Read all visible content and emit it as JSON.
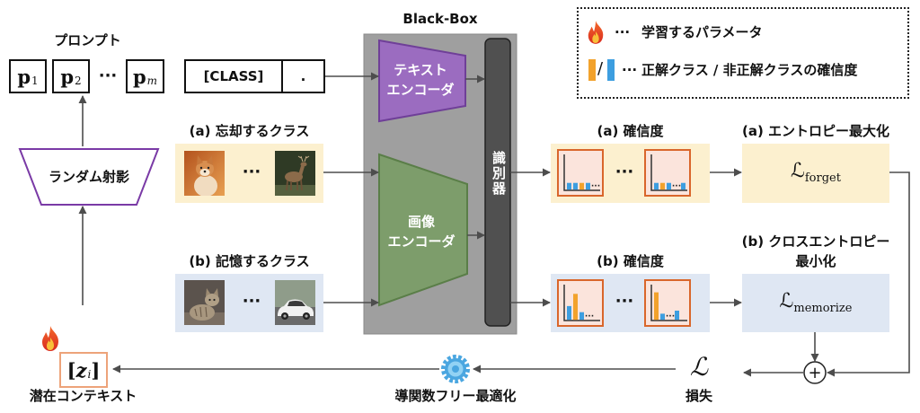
{
  "prompt": {
    "label": "プロンプト",
    "tokens": [
      {
        "base": "p",
        "sub": "1"
      },
      {
        "base": "p",
        "sub": "2"
      },
      {
        "base": "p",
        "sub": "m"
      }
    ],
    "ellipsis": "···"
  },
  "class_input": {
    "class_token": "[CLASS]",
    "period": "."
  },
  "blackbox": {
    "label": "Black-Box",
    "text_encoder": {
      "line1": "テキスト",
      "line2": "エンコーダ"
    },
    "image_encoder": {
      "line1": "画像",
      "line2": "エンコーダ"
    },
    "classifier": "識別器"
  },
  "forget_classes": {
    "label": "(a) 忘却するクラス",
    "ellipsis": "···"
  },
  "memorize_classes": {
    "label": "(b) 記憶するクラス",
    "ellipsis": "···"
  },
  "confidence": {
    "a": {
      "label": "(a) 確信度",
      "ellipsis": "···",
      "charts": [
        {
          "bars": [
            {
              "correct": false,
              "value": 0.22
            },
            {
              "correct": false,
              "value": 0.22
            },
            {
              "correct": true,
              "value": 0.22
            },
            {
              "correct": false,
              "value": 0.22
            },
            {
              "ellipsis": "···"
            }
          ]
        },
        {
          "bars": [
            {
              "correct": false,
              "value": 0.22
            },
            {
              "correct": true,
              "value": 0.22
            },
            {
              "correct": false,
              "value": 0.22
            },
            {
              "ellipsis": "···"
            },
            {
              "correct": false,
              "value": 0.22
            }
          ]
        }
      ]
    },
    "b": {
      "label": "(b) 確信度",
      "ellipsis": "···",
      "charts": [
        {
          "bars": [
            {
              "correct": false,
              "value": 0.45
            },
            {
              "correct": true,
              "value": 0.85
            },
            {
              "correct": false,
              "value": 0.25
            },
            {
              "ellipsis": "···"
            }
          ]
        },
        {
          "bars": [
            {
              "correct": true,
              "value": 0.9
            },
            {
              "correct": false,
              "value": 0.2
            },
            {
              "ellipsis": "···"
            },
            {
              "correct": false,
              "value": 0.3
            }
          ]
        }
      ]
    }
  },
  "losses": {
    "forget": {
      "label": "(a) エントロピー最大化",
      "symbol": "ℒ",
      "sub": "forget"
    },
    "memorize": {
      "label_line1": "(b) クロスエントロピー",
      "label_line2": "最小化",
      "symbol": "ℒ",
      "sub": "memorize"
    },
    "sum_symbol": "+",
    "total": {
      "symbol": "ℒ",
      "label": "損失"
    }
  },
  "optimizer": {
    "label": "導関数フリー最適化",
    "icon": "gear-icon"
  },
  "latent_context": {
    "open": "[",
    "base": "z",
    "sub": "i",
    "close": "]",
    "label": "潜在コンテキスト",
    "icon": "fire-icon"
  },
  "projection": {
    "label": "ランダム射影"
  },
  "legend": {
    "learnable": {
      "icon": "fire-icon",
      "ellipsis": "···",
      "text": "学習するパラメータ"
    },
    "confidence": {
      "separator": "/",
      "ellipsis": "···",
      "text": "正解クラス / 非正解クラスの確信度"
    }
  },
  "colors": {
    "blackbox": "#9f9f9f",
    "text_encoder": "#9b6cc0",
    "text_encoder_border": "#6f3f98",
    "image_encoder": "#7d9d6b",
    "image_encoder_border": "#5a7e48",
    "classifier": "#505050",
    "forget_panel": "#fcf0cf",
    "memorize_panel": "#dfe7f3",
    "chart_bg": "#fbe4dc",
    "chart_border": "#d9662b",
    "correct": "#f2a22c",
    "non_correct": "#3d9ee0",
    "projection_border": "#7a3aa6",
    "latent_border": "#eda37a",
    "optimizer": "#4aa6e0",
    "arrow": "#4d4d4d"
  }
}
